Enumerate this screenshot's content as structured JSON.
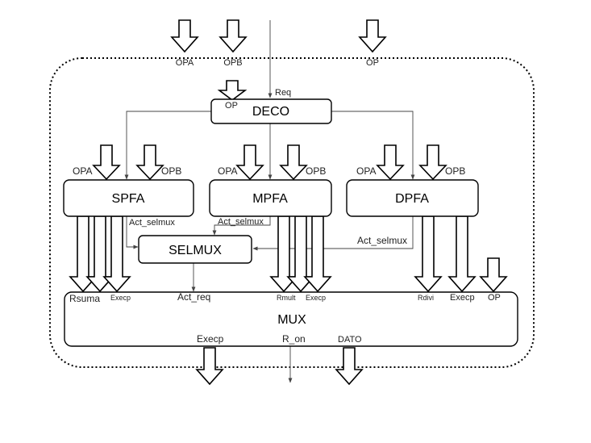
{
  "blocks": {
    "deco": "DECO",
    "spfa": "SPFA",
    "mpfa": "MPFA",
    "dpfa": "DPFA",
    "selmux": "SELMUX",
    "mux": "MUX"
  },
  "top_inputs": {
    "opa": "OPA",
    "opb": "OPB",
    "op": "OP",
    "req": "Req",
    "deco_op": "OP"
  },
  "unit_inputs": {
    "spfa_opa": "OPA",
    "spfa_opb": "OPB",
    "mpfa_opa": "OPA",
    "mpfa_opb": "OPB",
    "dpfa_opa": "OPA",
    "dpfa_opb": "OPB"
  },
  "signals": {
    "spfa_act_selmux": "Act_selmux",
    "mpfa_act_selmux": "Act_selmux",
    "dpfa_act_selmux": "Act_selmux",
    "act_req": "Act_req"
  },
  "mux_inputs": {
    "rsuma": "Rsuma",
    "execp_spfa": "Execp",
    "rmult": "Rmult",
    "execp_mpfa": "Execp",
    "rdivi": "Rdivi",
    "execp_dpfa": "Execp",
    "op": "OP"
  },
  "outputs": {
    "execp": "Execp",
    "r_on": "R_on",
    "dato": "DATO"
  }
}
